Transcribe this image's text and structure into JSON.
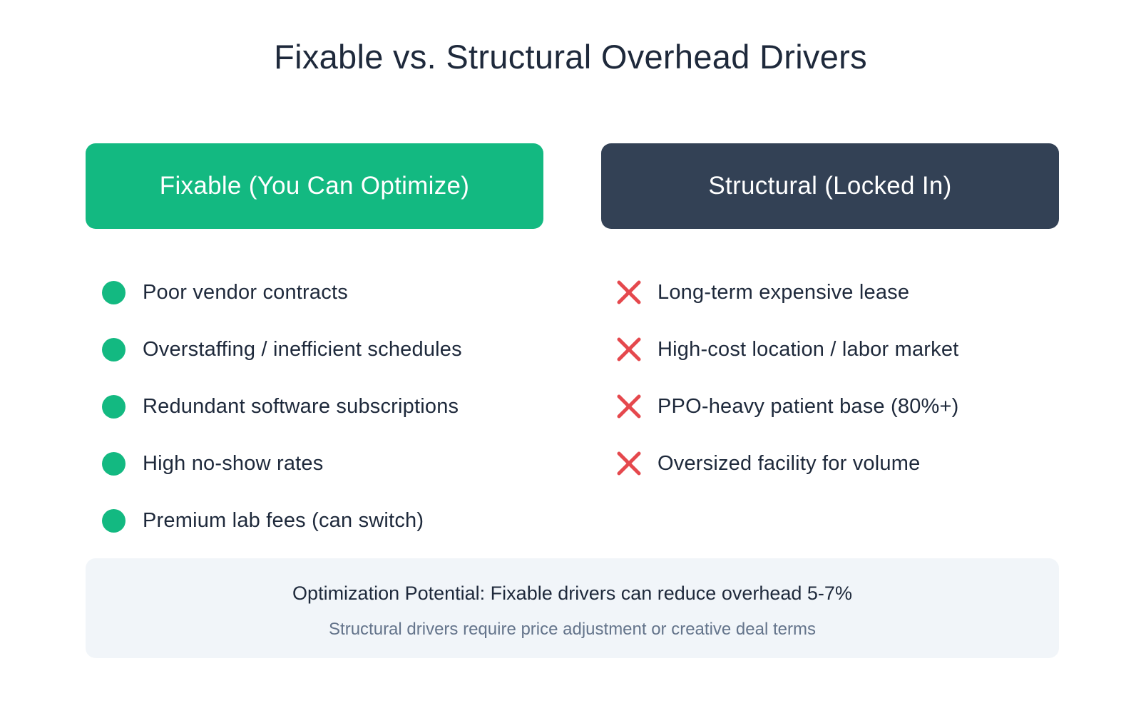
{
  "title": "Fixable vs. Structural Overhead Drivers",
  "colors": {
    "fixable": "#13b981",
    "structural": "#334155",
    "x_mark": "#e5484d",
    "text": "#1e293b",
    "muted_text": "#64748b",
    "summary_bg": "#f1f5f9"
  },
  "fixable": {
    "header": "Fixable (You Can Optimize)",
    "icon": "green-dot-icon",
    "items": [
      {
        "label": "Poor vendor contracts"
      },
      {
        "label": "Overstaffing / inefficient schedules"
      },
      {
        "label": "Redundant software subscriptions"
      },
      {
        "label": "High no-show rates"
      },
      {
        "label": "Premium lab fees (can switch)"
      }
    ]
  },
  "structural": {
    "header": "Structural (Locked In)",
    "icon": "red-x-icon",
    "items": [
      {
        "label": "Long-term expensive lease"
      },
      {
        "label": "High-cost location / labor market"
      },
      {
        "label": "PPO-heavy patient base (80%+)"
      },
      {
        "label": "Oversized facility for volume"
      }
    ]
  },
  "summary": {
    "main": "Optimization Potential: Fixable drivers can reduce overhead 5-7%",
    "sub": "Structural drivers require price adjustment or creative deal terms"
  }
}
